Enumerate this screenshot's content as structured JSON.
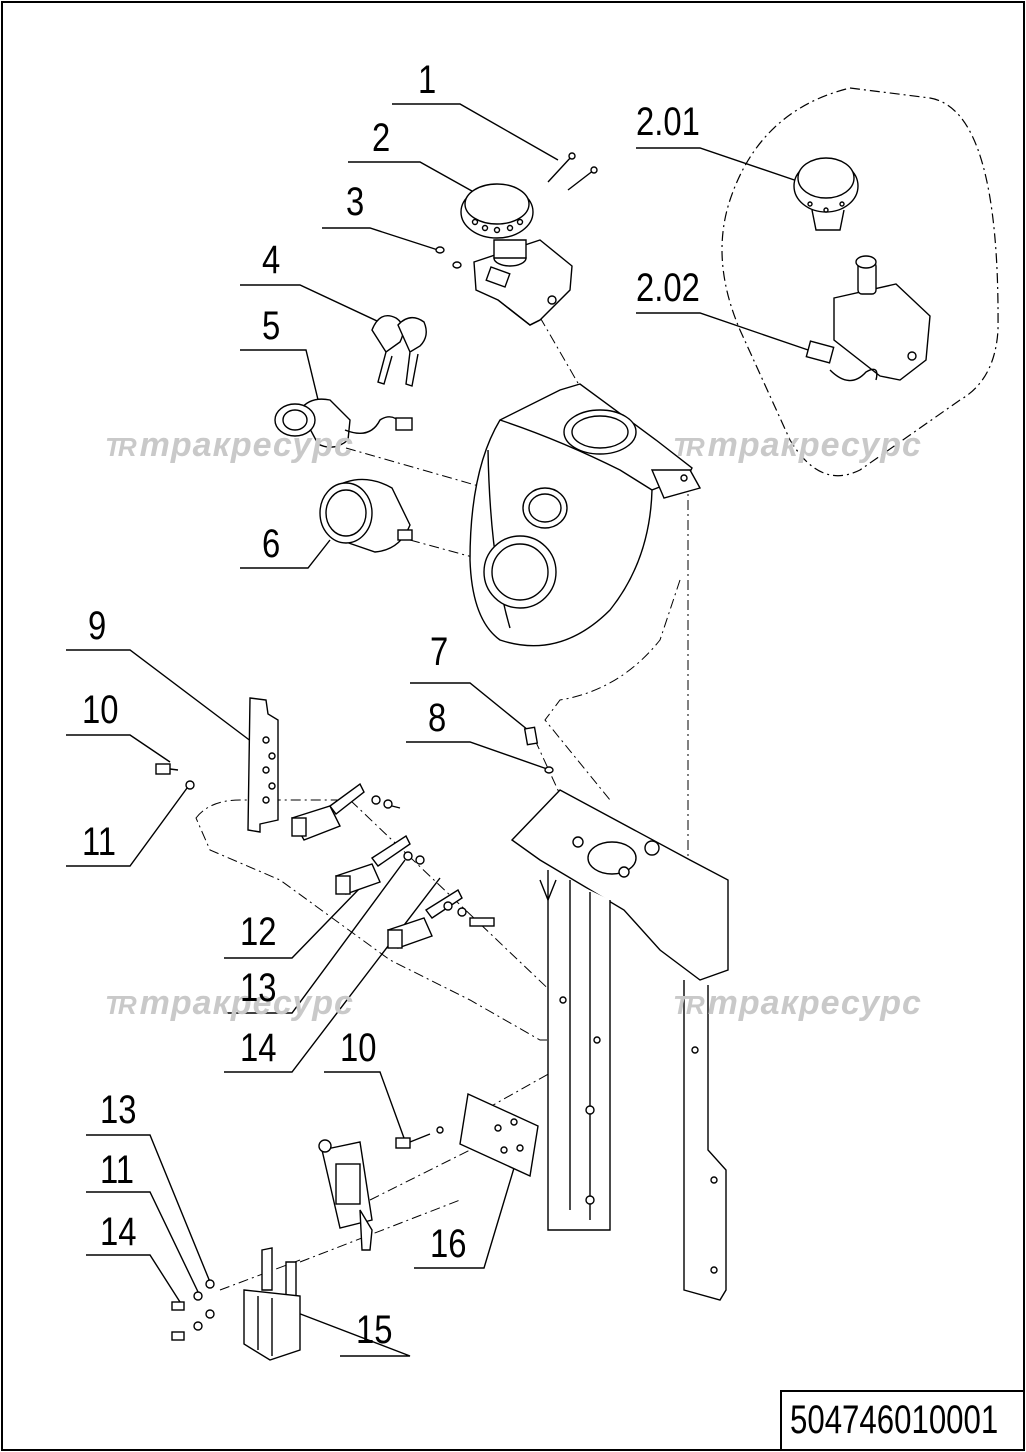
{
  "document": {
    "number": "504746010001"
  },
  "watermark": {
    "text": "тракресурс",
    "logo": "TR"
  },
  "callouts": [
    {
      "id": "c1",
      "label": "1"
    },
    {
      "id": "c2",
      "label": "2"
    },
    {
      "id": "c3",
      "label": "3"
    },
    {
      "id": "c4",
      "label": "4"
    },
    {
      "id": "c5",
      "label": "5"
    },
    {
      "id": "c6",
      "label": "6"
    },
    {
      "id": "c7",
      "label": "7"
    },
    {
      "id": "c8",
      "label": "8"
    },
    {
      "id": "c9",
      "label": "9"
    },
    {
      "id": "c10a",
      "label": "10"
    },
    {
      "id": "c11a",
      "label": "11"
    },
    {
      "id": "c12",
      "label": "12"
    },
    {
      "id": "c13a",
      "label": "13"
    },
    {
      "id": "c14a",
      "label": "14"
    },
    {
      "id": "c10b",
      "label": "10"
    },
    {
      "id": "c13b",
      "label": "13"
    },
    {
      "id": "c11b",
      "label": "11"
    },
    {
      "id": "c14b",
      "label": "14"
    },
    {
      "id": "c16",
      "label": "16"
    },
    {
      "id": "c15",
      "label": "15"
    },
    {
      "id": "c201",
      "label": "2.01"
    },
    {
      "id": "c202",
      "label": "2.02"
    }
  ]
}
